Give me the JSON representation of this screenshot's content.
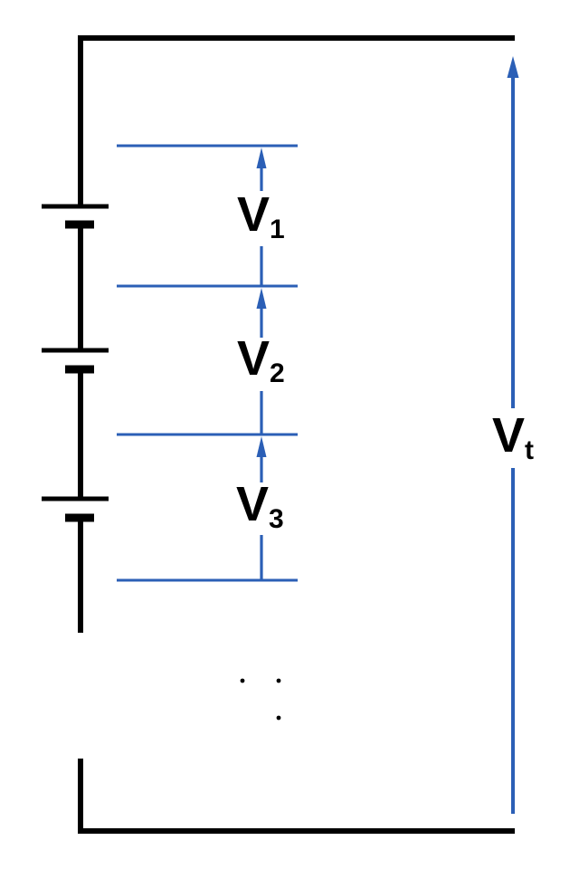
{
  "diagram": {
    "colors": {
      "wire": "#000000",
      "annotation": "#2B5FB6"
    },
    "voltage_labels": [
      {
        "id": "v1",
        "base": "V",
        "sub": "1"
      },
      {
        "id": "v2",
        "base": "V",
        "sub": "2"
      },
      {
        "id": "v3",
        "base": "V",
        "sub": "3"
      },
      {
        "id": "vt",
        "base": "V",
        "sub": "t"
      }
    ],
    "batteries_shown": 3,
    "continuation_dots_count": 3
  }
}
